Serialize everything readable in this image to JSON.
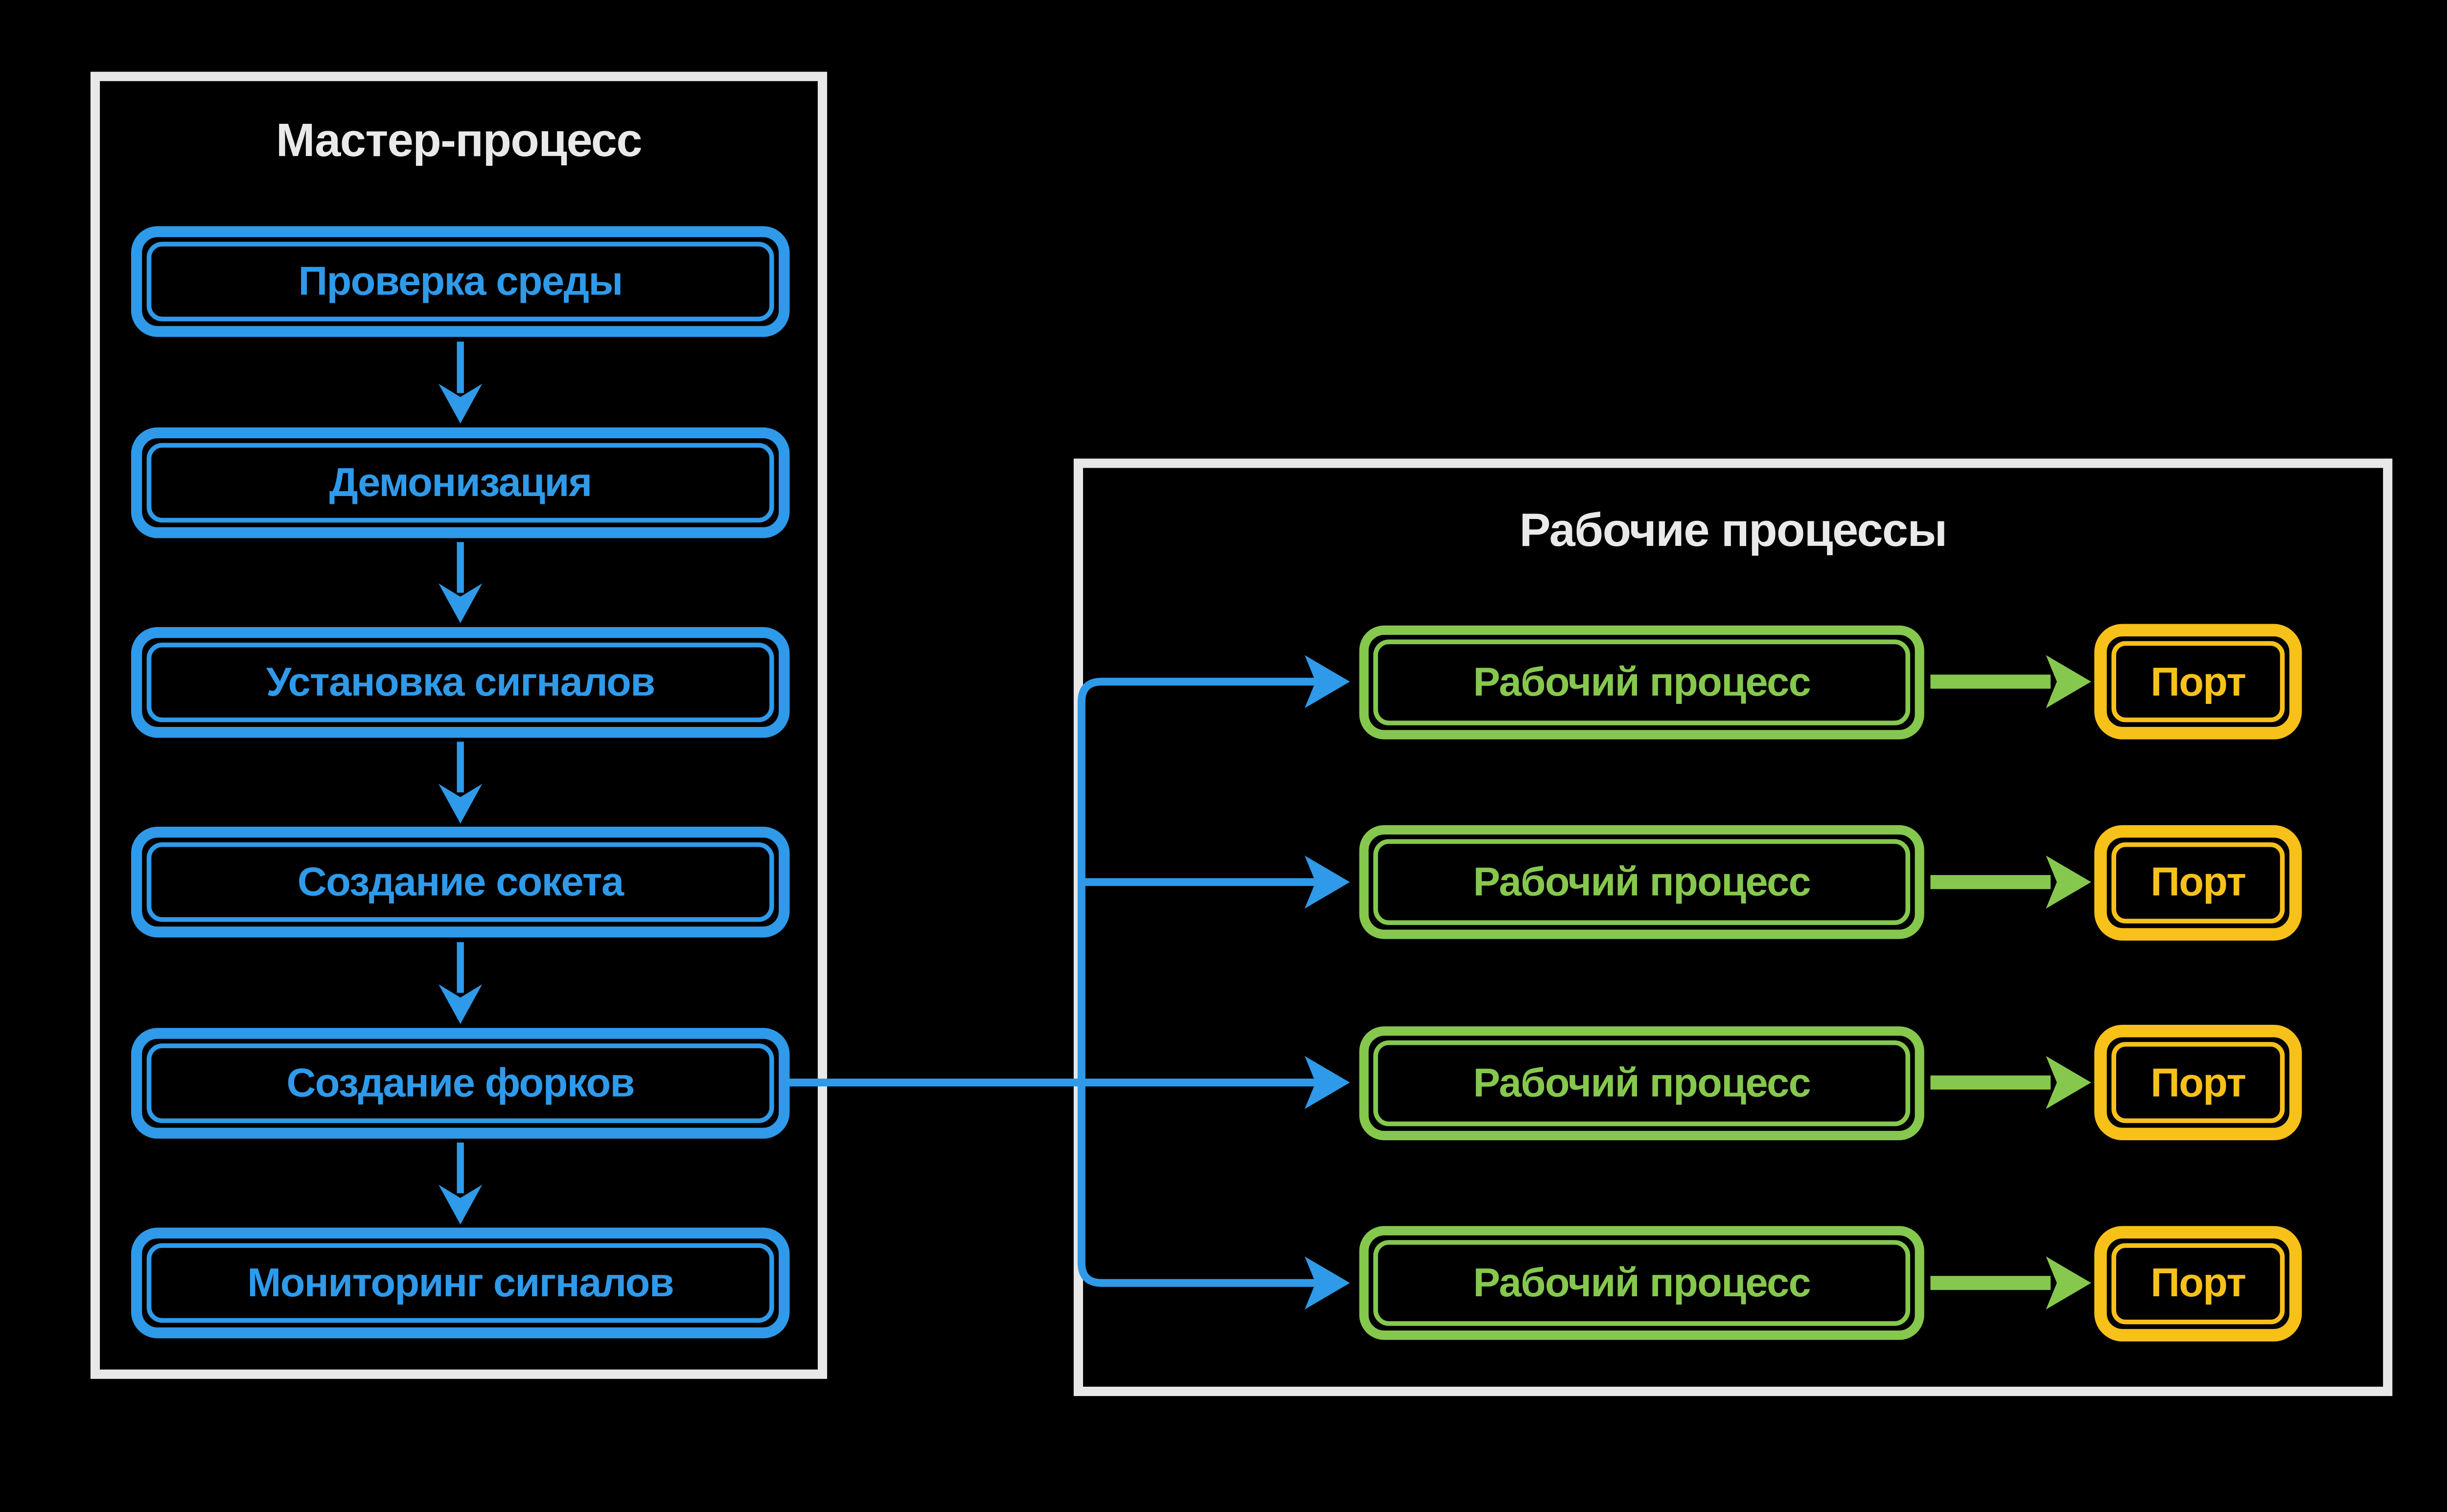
{
  "colors": {
    "background": "#000000",
    "panel_border": "#e8e8e8",
    "title_text": "#e9e9e9",
    "blue": "#2f9ae9",
    "green": "#86c84e",
    "yellow": "#f8c11a"
  },
  "master_panel": {
    "title": "Мастер-процесс",
    "steps": [
      "Проверка среды",
      "Демонизация",
      "Установка сигналов",
      "Создание сокета",
      "Создание форков",
      "Мониторинг сигналов"
    ]
  },
  "workers_panel": {
    "title": "Рабочие процессы",
    "workers": [
      {
        "process": "Рабочий процесс",
        "port": "Порт"
      },
      {
        "process": "Рабочий процесс",
        "port": "Порт"
      },
      {
        "process": "Рабочий процесс",
        "port": "Порт"
      },
      {
        "process": "Рабочий процесс",
        "port": "Порт"
      }
    ]
  }
}
